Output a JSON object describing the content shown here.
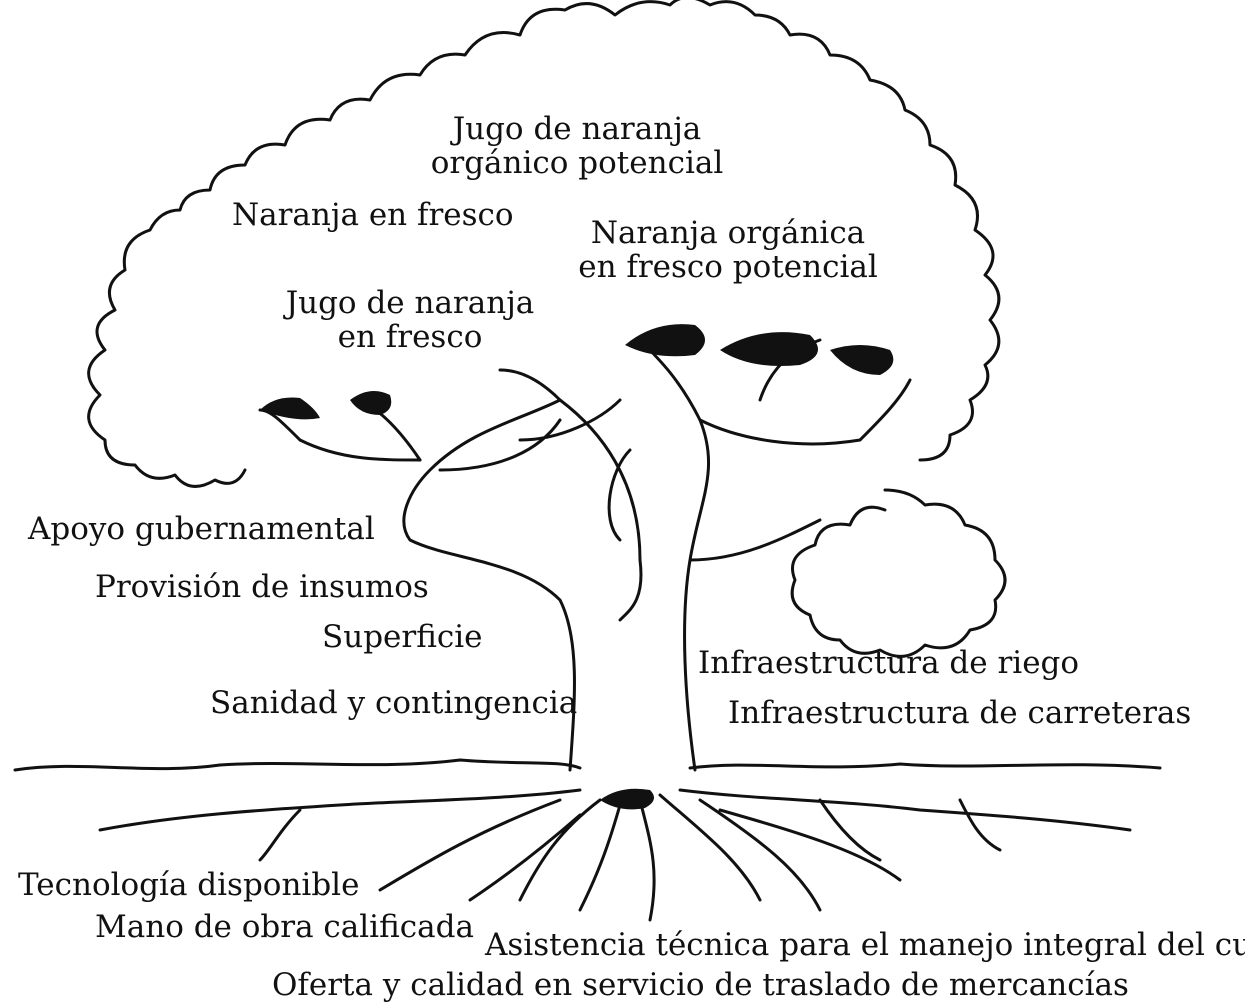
{
  "crown": {
    "jugo_organico": [
      "Jugo de naranja",
      "orgánico potencial"
    ],
    "naranja_fresco": "Naranja en fresco",
    "naranja_organica": [
      "Naranja orgánica",
      "en fresco potencial"
    ],
    "jugo_fresco": [
      "Jugo de naranja",
      "en fresco"
    ]
  },
  "trunk": {
    "apoyo": "Apoyo gubernamental",
    "provision": "Provisión de insumos",
    "superficie": "Superficie",
    "sanidad": "Sanidad y contingencia",
    "riego": "Infraestructura de riego",
    "carreteras": "Infraestructura de carreteras"
  },
  "roots": {
    "tecnologia": "Tecnología disponible",
    "mano_obra": "Mano de obra calificada",
    "asistencia": "Asistencia técnica para el manejo integral del cultivo",
    "oferta": "Oferta y calidad en servicio de traslado de mercancías"
  },
  "colors": {
    "ink": "#111111",
    "paper": "#ffffff"
  }
}
